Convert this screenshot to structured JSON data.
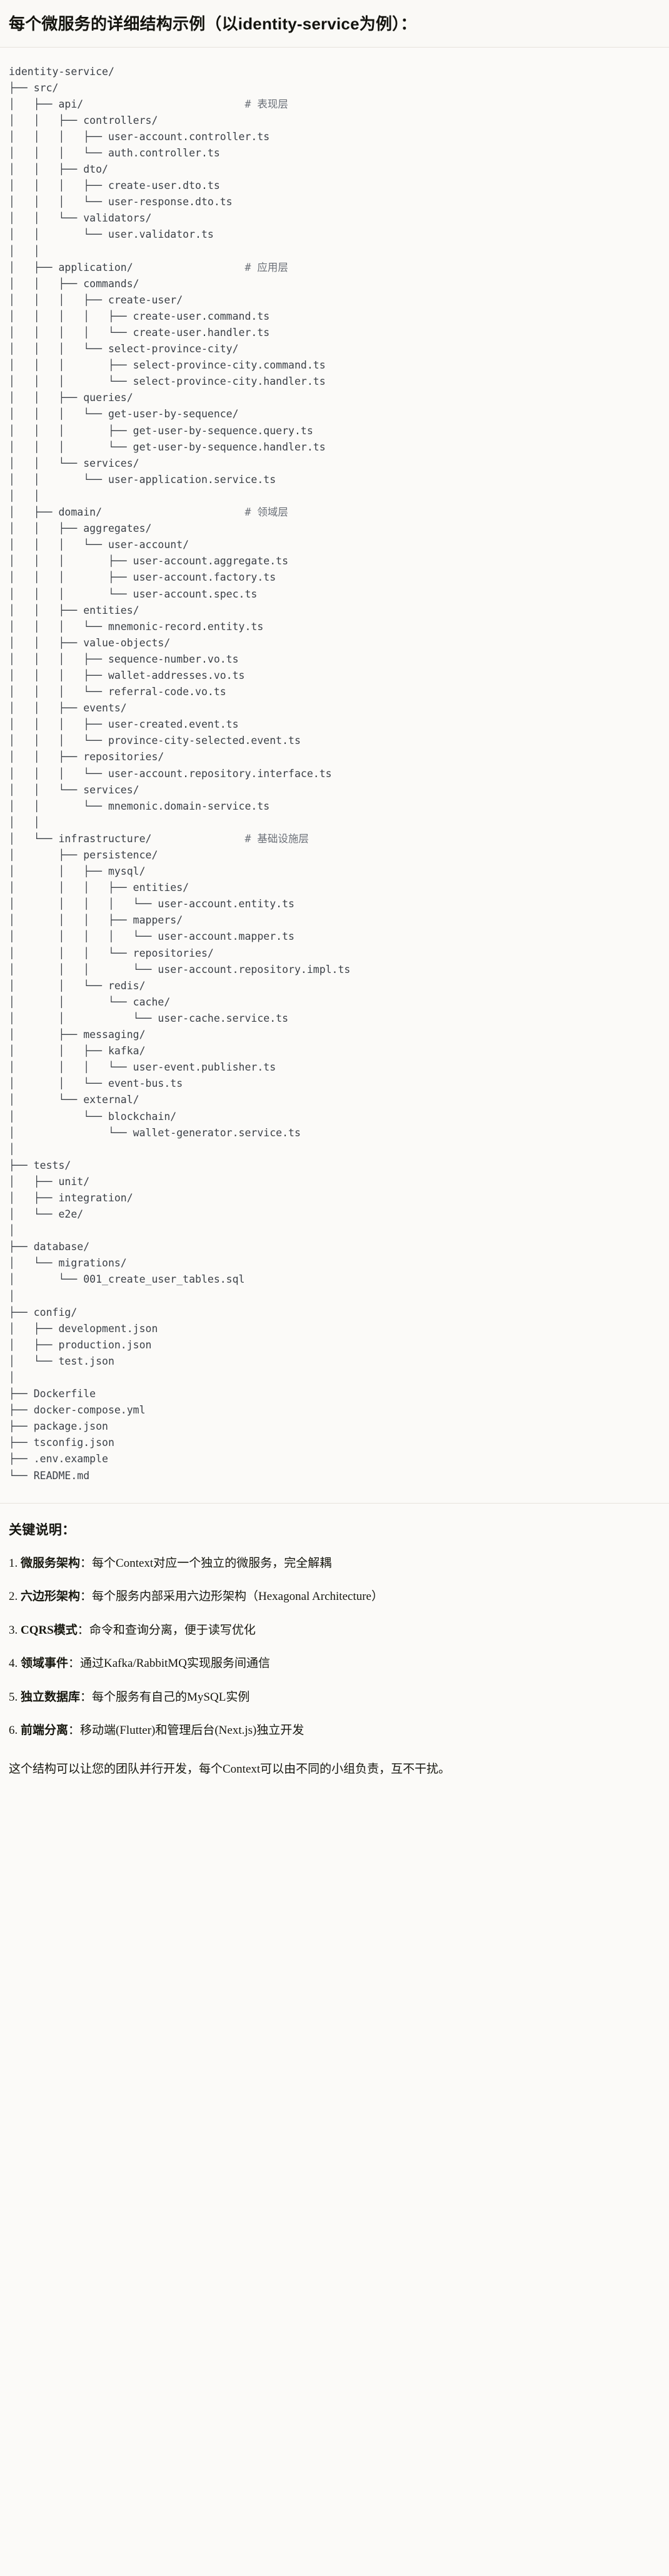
{
  "header": {
    "title": "每个微服务的详细结构示例（以identity-service为例）："
  },
  "tree": {
    "root": "identity-service/",
    "text": "identity-service/\n├── src/\n│   ├── api/                          # 表现层\n│   │   ├── controllers/\n│   │   │   ├── user-account.controller.ts\n│   │   │   └── auth.controller.ts\n│   │   ├── dto/\n│   │   │   ├── create-user.dto.ts\n│   │   │   └── user-response.dto.ts\n│   │   └── validators/\n│   │       └── user.validator.ts\n│   │\n│   ├── application/                  # 应用层\n│   │   ├── commands/\n│   │   │   ├── create-user/\n│   │   │   │   ├── create-user.command.ts\n│   │   │   │   └── create-user.handler.ts\n│   │   │   └── select-province-city/\n│   │   │       ├── select-province-city.command.ts\n│   │   │       └── select-province-city.handler.ts\n│   │   ├── queries/\n│   │   │   └── get-user-by-sequence/\n│   │   │       ├── get-user-by-sequence.query.ts\n│   │   │       └── get-user-by-sequence.handler.ts\n│   │   └── services/\n│   │       └── user-application.service.ts\n│   │\n│   ├── domain/                       # 领域层\n│   │   ├── aggregates/\n│   │   │   └── user-account/\n│   │   │       ├── user-account.aggregate.ts\n│   │   │       ├── user-account.factory.ts\n│   │   │       └── user-account.spec.ts\n│   │   ├── entities/\n│   │   │   └── mnemonic-record.entity.ts\n│   │   ├── value-objects/\n│   │   │   ├── sequence-number.vo.ts\n│   │   │   ├── wallet-addresses.vo.ts\n│   │   │   └── referral-code.vo.ts\n│   │   ├── events/\n│   │   │   ├── user-created.event.ts\n│   │   │   └── province-city-selected.event.ts\n│   │   ├── repositories/\n│   │   │   └── user-account.repository.interface.ts\n│   │   └── services/\n│   │       └── mnemonic.domain-service.ts\n│   │\n│   └── infrastructure/               # 基础设施层\n│       ├── persistence/\n│       │   ├── mysql/\n│       │   │   ├── entities/\n│       │   │   │   └── user-account.entity.ts\n│       │   │   ├── mappers/\n│       │   │   │   └── user-account.mapper.ts\n│       │   │   └── repositories/\n│       │   │       └── user-account.repository.impl.ts\n│       │   └── redis/\n│       │       └── cache/\n│       │           └── user-cache.service.ts\n│       ├── messaging/\n│       │   ├── kafka/\n│       │   │   └── user-event.publisher.ts\n│       │   └── event-bus.ts\n│       └── external/\n│           └── blockchain/\n│               └── wallet-generator.service.ts\n│\n├── tests/\n│   ├── unit/\n│   ├── integration/\n│   └── e2e/\n│\n├── database/\n│   └── migrations/\n│       └── 001_create_user_tables.sql\n│\n├── config/\n│   ├── development.json\n│   ├── production.json\n│   └── test.json\n│\n├── Dockerfile\n├── docker-compose.yml\n├── package.json\n├── tsconfig.json\n├── .env.example\n└── README.md",
    "comments": [
      "# 表现层",
      "# 应用层",
      "# 领域层",
      "# 基础设施层"
    ]
  },
  "notes": {
    "heading": "关键说明：",
    "items": [
      {
        "num": "1.",
        "term": "微服务架构",
        "sep": "：",
        "desc": "每个Context对应一个独立的微服务，完全解耦"
      },
      {
        "num": "2.",
        "term": "六边形架构",
        "sep": "：",
        "desc": "每个服务内部采用六边形架构（Hexagonal Architecture）"
      },
      {
        "num": "3.",
        "term": "CQRS模式",
        "sep": "：",
        "desc": "命令和查询分离，便于读写优化"
      },
      {
        "num": "4.",
        "term": "领域事件",
        "sep": "：",
        "desc": "通过Kafka/RabbitMQ实现服务间通信"
      },
      {
        "num": "5.",
        "term": "独立数据库",
        "sep": "：",
        "desc": "每个服务有自己的MySQL实例"
      },
      {
        "num": "6.",
        "term": "前端分离",
        "sep": "：",
        "desc": "移动端(Flutter)和管理后台(Next.js)独立开发"
      }
    ],
    "closing": "这个结构可以让您的团队并行开发，每个Context可以由不同的小组负责，互不干扰。"
  },
  "colors": {
    "background": "#fbfaf8",
    "text": "#17170f",
    "code_text": "#3a3f46",
    "comment_text": "#6b7078",
    "divider": "#e6e3dd"
  }
}
